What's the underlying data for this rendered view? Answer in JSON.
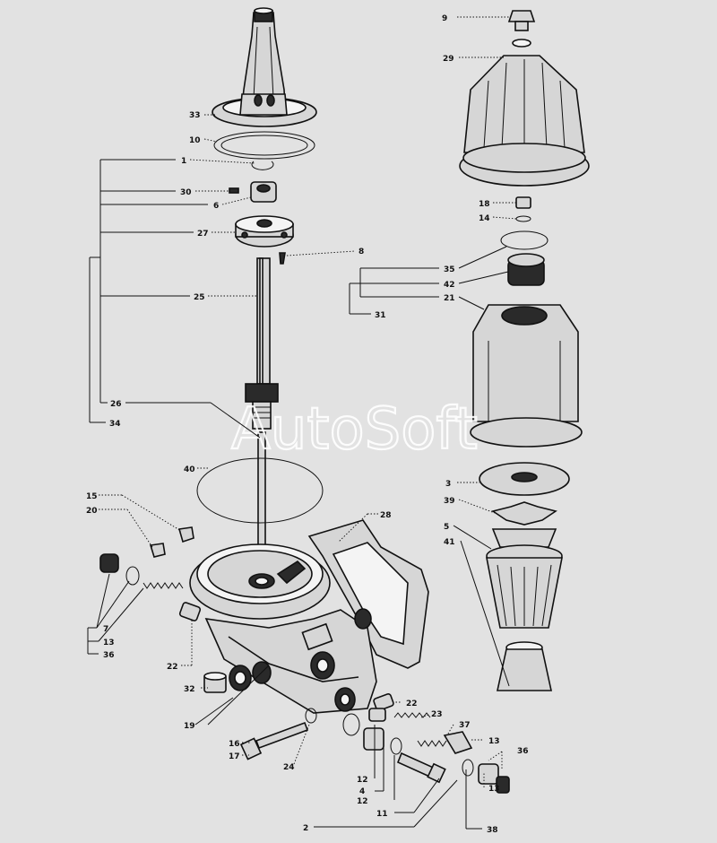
{
  "watermark": "AutoSoft",
  "labels": [
    {
      "id": "l9",
      "text": "9"
    },
    {
      "id": "l29",
      "text": "29"
    },
    {
      "id": "l33",
      "text": "33"
    },
    {
      "id": "l10",
      "text": "10"
    },
    {
      "id": "l1",
      "text": "1"
    },
    {
      "id": "l30",
      "text": "30"
    },
    {
      "id": "l6",
      "text": "6"
    },
    {
      "id": "l27",
      "text": "27"
    },
    {
      "id": "l8",
      "text": "8"
    },
    {
      "id": "l25",
      "text": "25"
    },
    {
      "id": "l26",
      "text": "26"
    },
    {
      "id": "l34",
      "text": "34"
    },
    {
      "id": "l18",
      "text": "18"
    },
    {
      "id": "l14",
      "text": "14"
    },
    {
      "id": "l35",
      "text": "35"
    },
    {
      "id": "l42",
      "text": "42"
    },
    {
      "id": "l21",
      "text": "21"
    },
    {
      "id": "l31",
      "text": "31"
    },
    {
      "id": "l40",
      "text": "40"
    },
    {
      "id": "l3",
      "text": "3"
    },
    {
      "id": "l39",
      "text": "39"
    },
    {
      "id": "l5",
      "text": "5"
    },
    {
      "id": "l41",
      "text": "41"
    },
    {
      "id": "l15",
      "text": "15"
    },
    {
      "id": "l20",
      "text": "20"
    },
    {
      "id": "l28",
      "text": "28"
    },
    {
      "id": "l7",
      "text": "7"
    },
    {
      "id": "l13a",
      "text": "13"
    },
    {
      "id": "l36a",
      "text": "36"
    },
    {
      "id": "l22a",
      "text": "22"
    },
    {
      "id": "l32",
      "text": "32"
    },
    {
      "id": "l19",
      "text": "19"
    },
    {
      "id": "l22b",
      "text": "22"
    },
    {
      "id": "l23",
      "text": "23"
    },
    {
      "id": "l37",
      "text": "37"
    },
    {
      "id": "l13b",
      "text": "13"
    },
    {
      "id": "l36b",
      "text": "36"
    },
    {
      "id": "l16",
      "text": "16"
    },
    {
      "id": "l17",
      "text": "17"
    },
    {
      "id": "l24",
      "text": "24"
    },
    {
      "id": "l12a",
      "text": "12"
    },
    {
      "id": "l4",
      "text": "4"
    },
    {
      "id": "l12b",
      "text": "12"
    },
    {
      "id": "l11",
      "text": "11"
    },
    {
      "id": "l13c",
      "text": "13"
    },
    {
      "id": "l2",
      "text": "2"
    },
    {
      "id": "l38",
      "text": "38"
    }
  ]
}
